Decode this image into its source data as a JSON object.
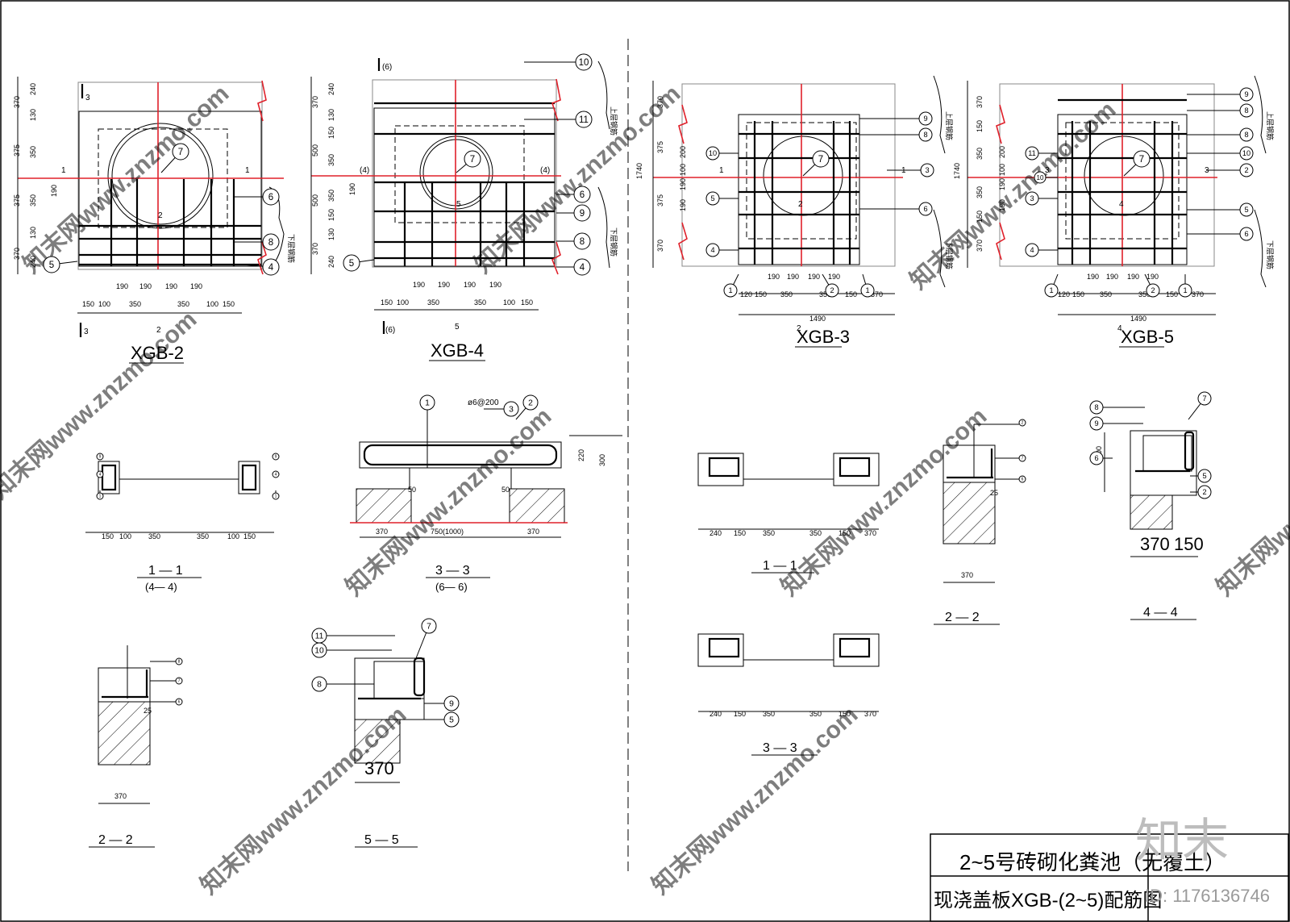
{
  "dims": {
    "d370": "370",
    "d240": "240",
    "d130": "130",
    "d375": "375",
    "d350": "350",
    "d190": "190",
    "d150": "150",
    "d100": "100",
    "d500": "500",
    "d200": "200",
    "d120": "120",
    "d1740": "1740",
    "d1490": "1490",
    "d220": "220",
    "d300": "300",
    "d750": "750(1000)",
    "d50": "50",
    "d25": "25",
    "d100b": "100"
  },
  "marks": {
    "s1": "1",
    "s2": "2",
    "s3": "3",
    "s4": "(4)",
    "s5": "5",
    "s6": "(6)",
    "s4b": "4"
  },
  "bubbles": {
    "n1": "1",
    "n2": "2",
    "n3": "3",
    "n4": "4",
    "n5": "5",
    "n6": "6",
    "n7": "7",
    "n8": "8",
    "n9": "9",
    "n10": "10",
    "n11": "11"
  },
  "plans": {
    "xgb2": "XGB-2",
    "xgb4": "XGB-4",
    "xgb3": "XGB-3",
    "xgb5": "XGB-5"
  },
  "notes": {
    "top_steel": "上层钢筋",
    "bottom_steel": "下层钢筋",
    "stirrup": "ø6@200"
  },
  "sections": {
    "s11": "1 — 1",
    "s44": "(4— 4)",
    "s33": "3 — 3",
    "s66": "(6— 6)",
    "s22": "2 — 2",
    "s55": "5 — 5",
    "r11": "1 — 1",
    "r22": "2 — 2",
    "r33": "3 — 3",
    "r44": "4 — 4"
  },
  "title_block": {
    "project": "2~5号砖砌化粪池（无覆土）",
    "drawing": "现浇盖板XGB-(2~5)配筋图",
    "logo": "知末",
    "id": "ID: 1176136746"
  },
  "watermark": "知末网www.znzmo.com"
}
